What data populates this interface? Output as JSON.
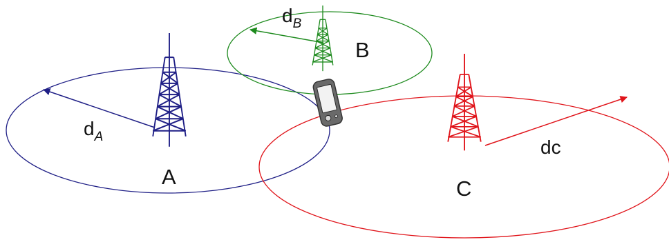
{
  "colors": {
    "A": "#1f1f86",
    "B": "#1d8a1d",
    "C": "#e0141a",
    "text": "#111111",
    "phone_body": "#5a5a5a",
    "phone_screen": "#f2f2f2"
  },
  "towers": {
    "A": {
      "label": "A",
      "distance_main": "d",
      "distance_sub": "A"
    },
    "B": {
      "label": "B",
      "distance_main": "d",
      "distance_sub": "B"
    },
    "C": {
      "label": "C",
      "distance_label": "dc"
    }
  },
  "device": {
    "icon": "mobile-phone-icon"
  }
}
